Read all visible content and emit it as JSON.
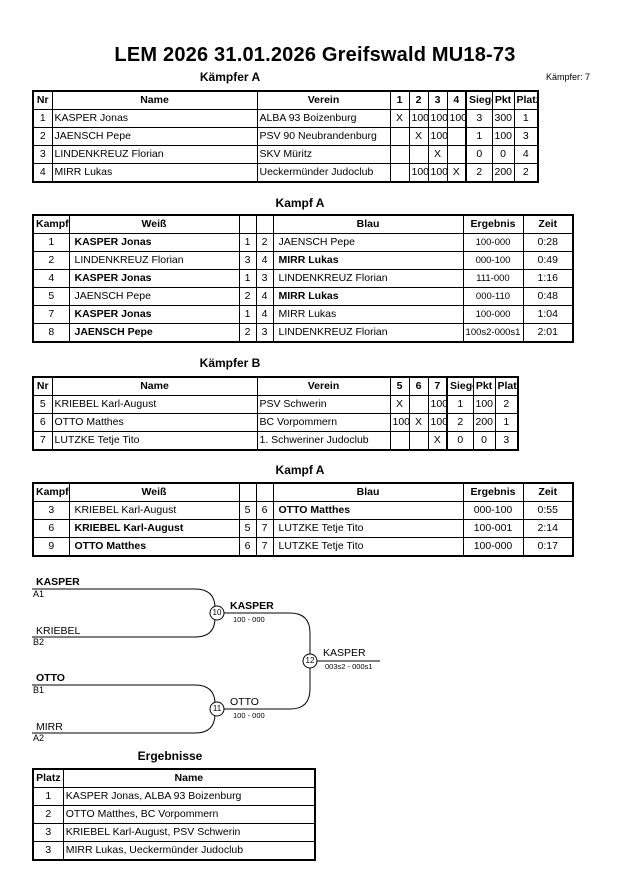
{
  "title": "LEM 2026  31.01.2026  Greifswald   MU18-73",
  "kaempfer_count": "Kämpfer: 7",
  "group_a": {
    "caption": "Kämpfer A",
    "headers": [
      "Nr",
      "Name",
      "Verein",
      "1",
      "2",
      "3",
      "4",
      "Siege",
      "Pkt",
      "Platz"
    ],
    "rows": [
      [
        "1",
        "KASPER Jonas",
        "ALBA 93 Boizenburg",
        "X",
        "100",
        "100",
        "100",
        "3",
        "300",
        "1"
      ],
      [
        "2",
        "JAENSCH Pepe",
        "PSV 90 Neubrandenburg",
        "",
        "X",
        "100",
        "",
        "1",
        "100",
        "3"
      ],
      [
        "3",
        "LINDENKREUZ Florian",
        "SKV Müritz",
        "",
        "",
        "X",
        "",
        "0",
        "0",
        "4"
      ],
      [
        "4",
        "MIRR Lukas",
        "Ueckermünder Judoclub",
        "",
        "100",
        "100",
        "X",
        "2",
        "200",
        "2"
      ]
    ]
  },
  "fights_a": {
    "caption": "Kampf A",
    "headers": [
      "Kampf",
      "Weiß",
      "",
      "",
      "Blau",
      "Ergebnis",
      "Zeit"
    ],
    "rows": [
      [
        "1",
        "KASPER Jonas",
        "1",
        "2",
        "JAENSCH Pepe",
        "100-000",
        "0:28"
      ],
      [
        "2",
        "LINDENKREUZ Florian",
        "3",
        "4",
        "MIRR Lukas",
        "000-100",
        "0:49"
      ],
      [
        "4",
        "KASPER Jonas",
        "1",
        "3",
        "LINDENKREUZ Florian",
        "111-000",
        "1:16"
      ],
      [
        "5",
        "JAENSCH Pepe",
        "2",
        "4",
        "MIRR Lukas",
        "000-110",
        "0:48"
      ],
      [
        "7",
        "KASPER Jonas",
        "1",
        "4",
        "MIRR Lukas",
        "100-000",
        "1:04"
      ],
      [
        "8",
        "JAENSCH Pepe",
        "2",
        "3",
        "LINDENKREUZ Florian",
        "100s2-000s1",
        "2:01"
      ]
    ],
    "bold": [
      [
        true,
        false
      ],
      [
        false,
        true
      ],
      [
        true,
        false
      ],
      [
        false,
        true
      ],
      [
        true,
        false
      ],
      [
        true,
        false
      ]
    ]
  },
  "group_b": {
    "caption": "Kämpfer B",
    "headers": [
      "Nr",
      "Name",
      "Verein",
      "5",
      "6",
      "7",
      "Siege",
      "Pkt",
      "Platz"
    ],
    "rows": [
      [
        "5",
        "KRIEBEL Karl-August",
        "PSV Schwerin",
        "X",
        "",
        "100",
        "1",
        "100",
        "2"
      ],
      [
        "6",
        "OTTO Matthes",
        "BC Vorpommern",
        "100",
        "X",
        "100",
        "2",
        "200",
        "1"
      ],
      [
        "7",
        "LUTZKE Tetje Tito",
        "1. Schweriner Judoclub",
        "",
        "",
        "X",
        "0",
        "0",
        "3"
      ]
    ]
  },
  "fights_b": {
    "caption": "Kampf A",
    "headers": [
      "Kampf",
      "Weiß",
      "",
      "",
      "Blau",
      "Ergebnis",
      "Zeit"
    ],
    "rows": [
      [
        "3",
        "KRIEBEL Karl-August",
        "5",
        "6",
        "OTTO Matthes",
        "000-100",
        "0:55"
      ],
      [
        "6",
        "KRIEBEL Karl-August",
        "5",
        "7",
        "LUTZKE Tetje Tito",
        "100-001",
        "2:14"
      ],
      [
        "9",
        "OTTO Matthes",
        "6",
        "7",
        "LUTZKE Tetje Tito",
        "100-000",
        "0:17"
      ]
    ],
    "bold": [
      [
        false,
        true
      ],
      [
        true,
        false
      ],
      [
        true,
        false
      ]
    ]
  },
  "bracket": {
    "a1_name": "KASPER",
    "a1_seed": "A1",
    "b2_name": "KRIEBEL",
    "b2_seed": "B2",
    "b1_name": "OTTO",
    "b1_seed": "B1",
    "a2_name": "MIRR",
    "a2_seed": "A2",
    "m10": "10",
    "m10_winner": "KASPER",
    "m10_result": "100 - 000",
    "m11": "11",
    "m11_winner": "OTTO",
    "m11_result": "100 - 000",
    "m12": "12",
    "m12_winner": "KASPER",
    "m12_result": "003s2 - 000s1"
  },
  "results": {
    "caption": "Ergebnisse",
    "headers": [
      "Platz",
      "Name"
    ],
    "rows": [
      [
        "1",
        "KASPER Jonas, ALBA 93 Boizenburg"
      ],
      [
        "2",
        "OTTO Matthes, BC Vorpommern"
      ],
      [
        "3",
        "KRIEBEL Karl-August, PSV Schwerin"
      ],
      [
        "3",
        "MIRR Lukas, Ueckermünder Judoclub"
      ]
    ]
  }
}
